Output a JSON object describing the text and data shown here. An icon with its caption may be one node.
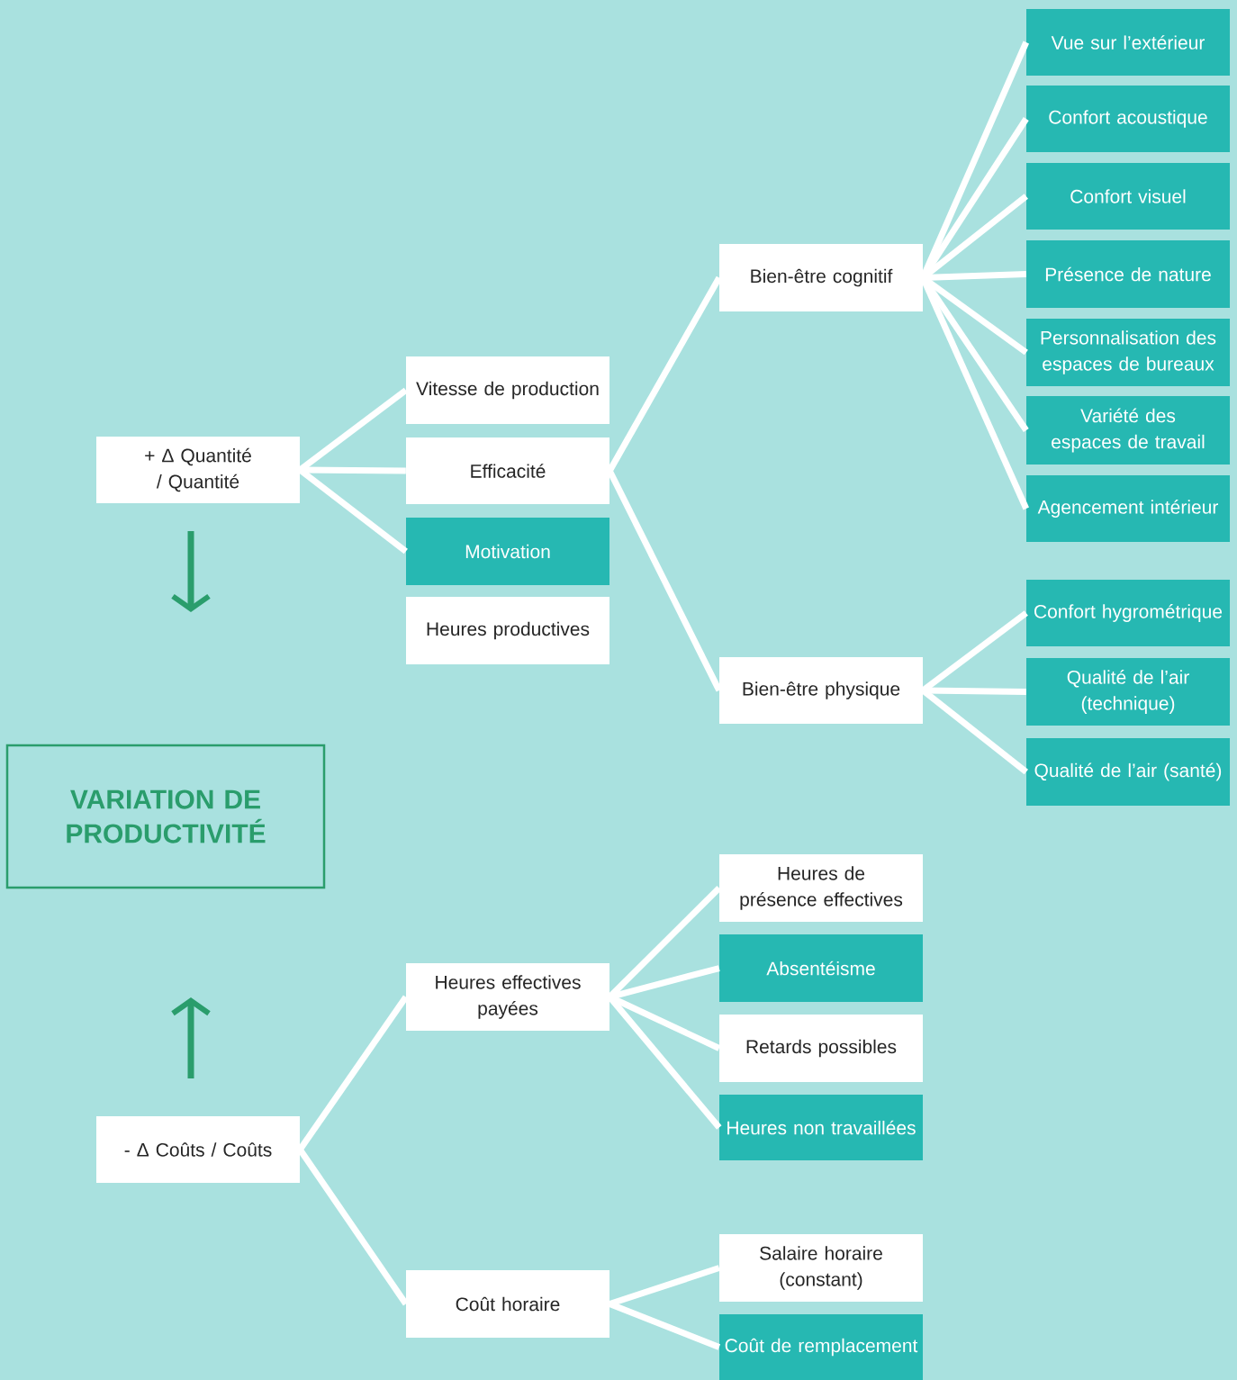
{
  "diagram": {
    "nodes": [
      {
        "text": [
          "VARIATION DE PRODUCTIVITÉ"
        ]
      },
      {
        "text": [
          "+ Δ Quantité / Quantité"
        ]
      },
      {
        "text": [
          "Vitesse de production"
        ]
      },
      {
        "text": [
          "Efficacité"
        ]
      },
      {
        "text": [
          "Motivation"
        ]
      },
      {
        "text": [
          "Heures productives"
        ]
      },
      {
        "text": [
          "Bien-être cognitif"
        ]
      },
      {
        "text": [
          "Bien-être physique"
        ]
      },
      {
        "text": [
          "Vue sur l’extérieur"
        ]
      },
      {
        "text": [
          "Confort acoustique"
        ]
      },
      {
        "text": [
          "Confort visuel"
        ]
      },
      {
        "text": [
          "Présence de nature"
        ]
      },
      {
        "text": [
          "Personnalisation des espaces de bureaux"
        ]
      },
      {
        "text": [
          "Variété des espaces de travail"
        ]
      },
      {
        "text": [
          "Agencement intérieur"
        ]
      },
      {
        "text": [
          "Confort hygrométrique"
        ]
      },
      {
        "text": [
          "Qualité de l’air (technique)"
        ]
      },
      {
        "text": [
          "Qualité de l’air (santé)"
        ]
      },
      {
        "text": [
          "- Δ Coûts / Coûts"
        ]
      },
      {
        "text": [
          "Heures effectives payées"
        ]
      },
      {
        "text": [
          "Coût horaire"
        ]
      },
      {
        "text": [
          "Heures de présence effectives"
        ]
      },
      {
        "text": [
          "Absentéisme"
        ]
      },
      {
        "text": [
          "Retards possibles"
        ]
      },
      {
        "text": [
          "Heures non travaillées"
        ]
      },
      {
        "text": [
          "Salaire horaire (constant)"
        ]
      },
      {
        "text": [
          "Coût de remplacement"
        ]
      }
    ],
    "edges": [
      {
        "from": 1,
        "to": 2,
        "arrow": "none"
      },
      {
        "from": 1,
        "to": 3,
        "arrow": "none"
      },
      {
        "from": 1,
        "to": 4,
        "arrow": "none"
      },
      {
        "from": 3,
        "to": 6,
        "arrow": "none"
      },
      {
        "from": 3,
        "to": 7,
        "arrow": "none"
      },
      {
        "from": 6,
        "to": 8,
        "arrow": "none"
      },
      {
        "from": 6,
        "to": 9,
        "arrow": "none"
      },
      {
        "from": 6,
        "to": 10,
        "arrow": "none"
      },
      {
        "from": 6,
        "to": 11,
        "arrow": "none"
      },
      {
        "from": 6,
        "to": 12,
        "arrow": "none"
      },
      {
        "from": 6,
        "to": 13,
        "arrow": "none"
      },
      {
        "from": 6,
        "to": 14,
        "arrow": "none"
      },
      {
        "from": 7,
        "to": 15,
        "arrow": "none"
      },
      {
        "from": 7,
        "to": 16,
        "arrow": "none"
      },
      {
        "from": 7,
        "to": 17,
        "arrow": "none"
      },
      {
        "from": 18,
        "to": 19,
        "arrow": "none"
      },
      {
        "from": 18,
        "to": 20,
        "arrow": "none"
      },
      {
        "from": 19,
        "to": 21,
        "arrow": "none"
      },
      {
        "from": 19,
        "to": 22,
        "arrow": "none"
      },
      {
        "from": 19,
        "to": 23,
        "arrow": "none"
      },
      {
        "from": 19,
        "to": 24,
        "arrow": "none"
      },
      {
        "from": 20,
        "to": 25,
        "arrow": "none"
      },
      {
        "from": 20,
        "to": 26,
        "arrow": "none"
      }
    ]
  }
}
